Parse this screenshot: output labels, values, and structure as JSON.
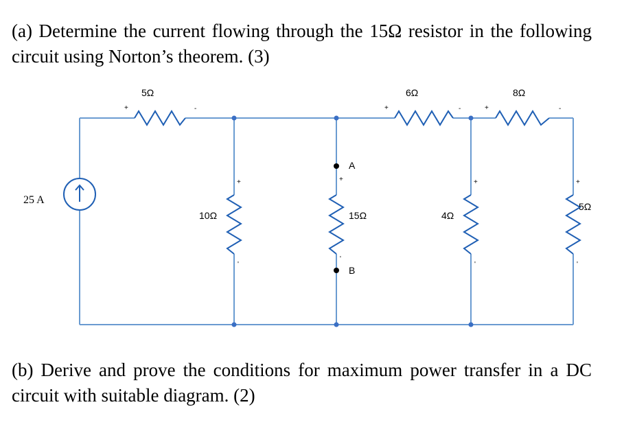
{
  "question_a": "(a) Determine the current flowing through the 15Ω resistor in the following circuit using Norton’s theorem. (3)",
  "question_b": "(b) Derive and prove the conditions for maximum power transfer in a DC circuit with suitable diagram. (2)",
  "circuit": {
    "source_label": "25 A",
    "r_top_left": "5Ω",
    "r_top_mid": "6Ω",
    "r_top_right": "8Ω",
    "r_shunt_1": "10Ω",
    "r_load": "15Ω",
    "r_shunt_2": "4Ω",
    "r_shunt_3": "5Ω",
    "terminal_a": "A",
    "terminal_b": "B",
    "plus": "+",
    "minus": "-",
    "minus_vertical": "'"
  },
  "colors": {
    "wire": "#6a9bd1",
    "resistor": "#1f5fb4",
    "node": "#3a6fc4"
  }
}
